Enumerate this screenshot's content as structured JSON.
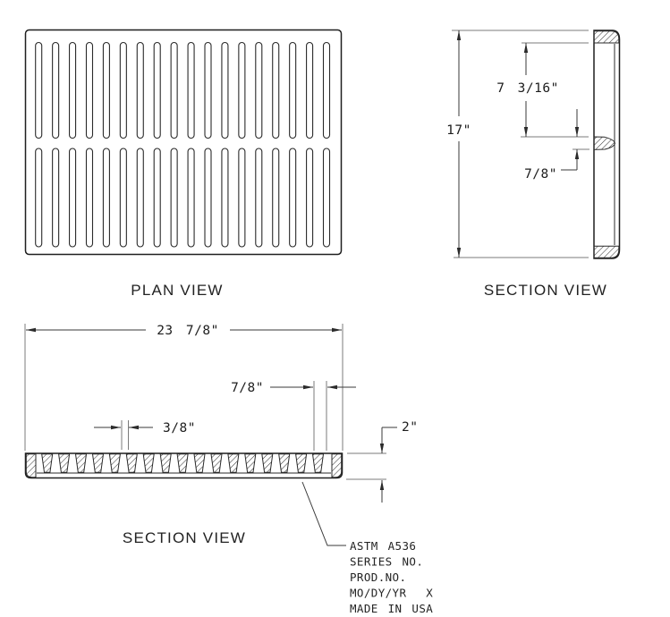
{
  "drawing": {
    "titles": {
      "plan_view": "PLAN VIEW",
      "section_view_side": "SECTION VIEW",
      "section_view_front": "SECTION VIEW"
    },
    "dimensions": {
      "overall_height": "17\"",
      "slot_field_height": "7 3/16\"",
      "end_rib_width": "7/8\"",
      "overall_width": "23 7/8\"",
      "bar_pitch": "7/8\"",
      "slot_width": "3/8\"",
      "thickness": "2\""
    },
    "notes": {
      "lines": [
        "ASTM A536",
        "SERIES NO.",
        "PROD.NO.",
        "MO/DY/YR  X",
        "MADE IN USA"
      ]
    },
    "grate": {
      "slots_per_row": 18,
      "slot_rows": 2,
      "section_bars": 17
    },
    "colors": {
      "object_line": "#1f1f1f",
      "extension_line": "#7b7b7b",
      "dimension_line": "#3a3a3a",
      "text": "#1d1d1d",
      "background": "#ffffff"
    }
  }
}
